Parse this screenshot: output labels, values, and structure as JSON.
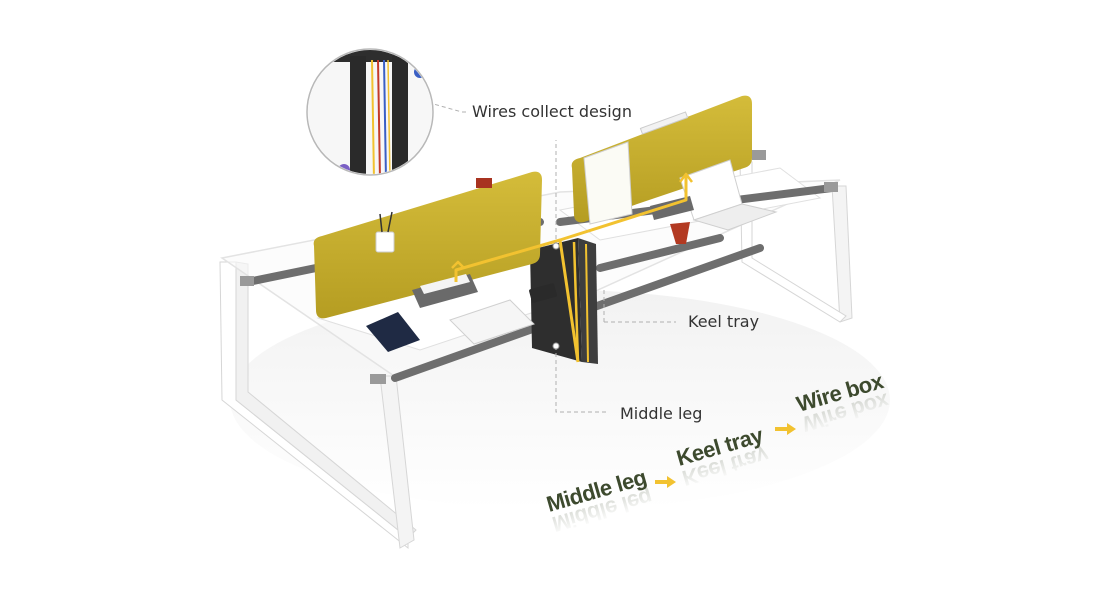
{
  "callouts": {
    "wires_collect": "Wires collect design",
    "keel_tray": "Keel tray",
    "middle_leg": "Middle leg"
  },
  "flow": {
    "steps": [
      "Middle leg",
      "Keel tray",
      "Wire box"
    ],
    "text_color": "#3d4a2e",
    "arrow_color": "#f2c230"
  },
  "colors": {
    "panel": "#c9b230",
    "frame": "#ffffff",
    "rail": "#6e6e6e",
    "leg": "#2e2e2e",
    "wire": "#f2c230",
    "dash": "#b0b0b0"
  }
}
